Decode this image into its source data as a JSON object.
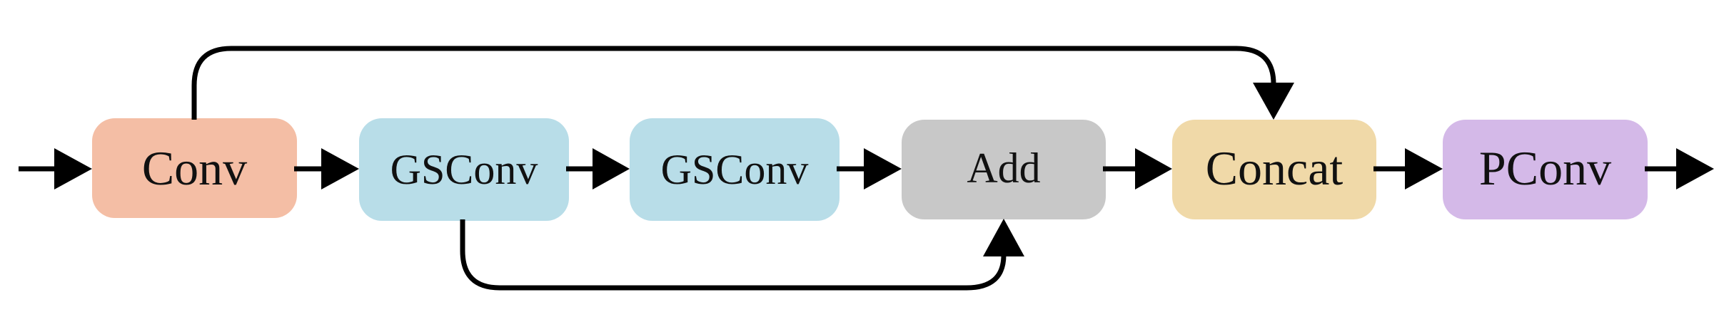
{
  "nodes": [
    {
      "id": "conv",
      "label": "Conv",
      "color": "#f4bea5"
    },
    {
      "id": "gsconv1",
      "label": "GSConv",
      "color": "#b8dde8"
    },
    {
      "id": "gsconv2",
      "label": "GSConv",
      "color": "#b8dde8"
    },
    {
      "id": "add",
      "label": "Add",
      "color": "#c8c8c8"
    },
    {
      "id": "concat",
      "label": "Concat",
      "color": "#f0d9a8"
    },
    {
      "id": "pconv",
      "label": "PConv",
      "color": "#d4b9e8"
    }
  ],
  "edges": [
    {
      "from": "input",
      "to": "conv"
    },
    {
      "from": "conv",
      "to": "gsconv1"
    },
    {
      "from": "gsconv1",
      "to": "gsconv2"
    },
    {
      "from": "gsconv2",
      "to": "add"
    },
    {
      "from": "add",
      "to": "concat"
    },
    {
      "from": "concat",
      "to": "pconv"
    },
    {
      "from": "pconv",
      "to": "output"
    },
    {
      "from": "conv",
      "to": "concat",
      "kind": "skip"
    },
    {
      "from": "gsconv1",
      "to": "add",
      "kind": "skip"
    }
  ]
}
